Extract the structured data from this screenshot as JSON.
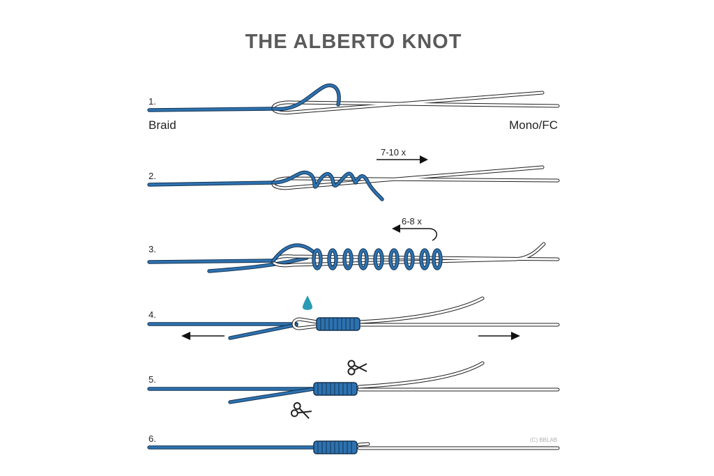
{
  "title": "THE ALBERTO KNOT",
  "steps": [
    {
      "number": "1.",
      "left_label": "Braid",
      "right_label": "Mono/FC"
    },
    {
      "number": "2.",
      "annotation": "7-10 x"
    },
    {
      "number": "3.",
      "annotation": "6-8 x"
    },
    {
      "number": "4."
    },
    {
      "number": "5."
    },
    {
      "number": "6."
    }
  ],
  "copyright": "(C) BBLAB",
  "colors": {
    "braid": "#2d72b0",
    "title": "#5a5a5a",
    "drop": "#2a9bb5"
  },
  "icons": [
    "arrow-right-icon",
    "arrow-left-icon",
    "water-drop-icon",
    "scissors-icon"
  ]
}
